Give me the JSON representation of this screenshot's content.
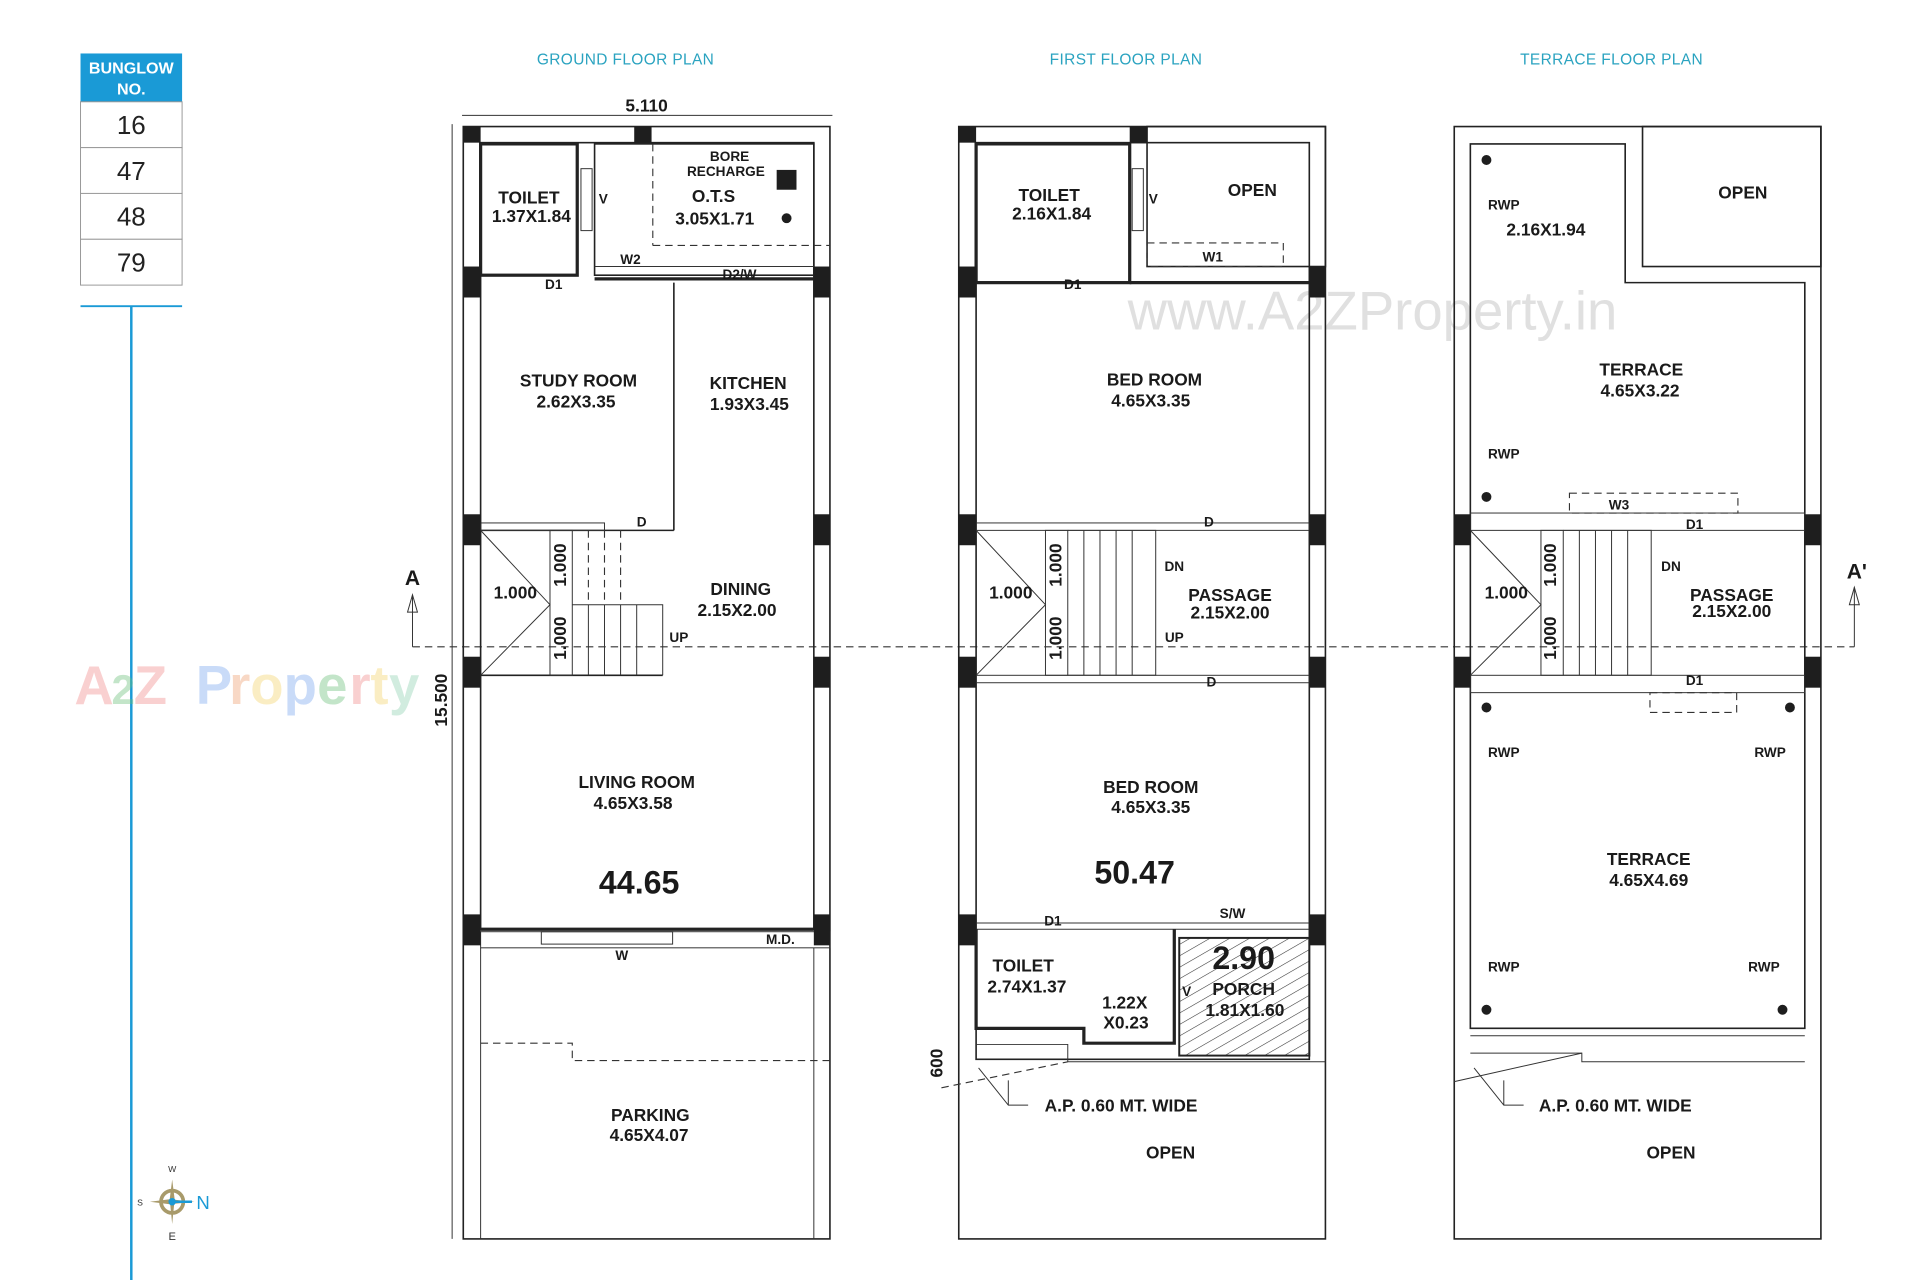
{
  "colors": {
    "accent": "#1a9ad6",
    "title": "#2aa3c0",
    "walls": "#1e1e1e"
  },
  "bunglow_table": {
    "header_line1": "BUNGLOW",
    "header_line2": "NO.",
    "numbers": [
      "16",
      "47",
      "48",
      "79"
    ]
  },
  "titles": {
    "ground": "GROUND FLOOR PLAN",
    "first": "FIRST FLOOR PLAN",
    "terrace": "TERRACE FLOOR PLAN"
  },
  "section_marks": {
    "left": "A",
    "right": "A'"
  },
  "watermarks": {
    "site": "www.A2ZProperty.in",
    "logo": "A2Z Property"
  },
  "compass": {
    "n": "N",
    "s": "S",
    "e": "E",
    "w": "W",
    "icon": "compass-rose-icon"
  },
  "ground": {
    "labels": [
      "5.110",
      "TOILET",
      "1.37X1.84",
      "V",
      "BORE",
      "RECHARGE",
      "O.T.S",
      "3.05X1.71",
      "W2",
      "D2/W",
      "D1",
      "STUDY ROOM",
      "2.62X3.35",
      "KITCHEN",
      "1.93X3.45",
      "D",
      "DINING",
      "2.15X2.00",
      "1.000",
      "1.000",
      "1.000",
      "UP",
      "LIVING ROOM",
      "4.65X3.58",
      "44.65",
      "W",
      "M.D.",
      "PARKING",
      "4.65X4.07",
      "15.500"
    ]
  },
  "first": {
    "labels": [
      "TOILET",
      "2.16X1.84",
      "V",
      "OPEN",
      "W1",
      "D1",
      "BED ROOM",
      "4.65X3.35",
      "D",
      "DN",
      "PASSAGE",
      "2.15X2.00",
      "1.000",
      "1.000",
      "1.000",
      "UP",
      "D",
      "BED ROOM",
      "4.65X3.35",
      "50.47",
      "D1",
      "S/W",
      "TOILET",
      "2.74X1.37",
      "1.22X",
      "X0.23",
      "V",
      "PORCH",
      "1.81X1.60",
      "2.90",
      "600",
      "A.P. 0.60 MT. WIDE",
      "OPEN"
    ]
  },
  "terrace": {
    "labels": [
      "RWP",
      "2.16X1.94",
      "OPEN",
      "TERRACE",
      "4.65X3.22",
      "RWP",
      "W3",
      "D1",
      "DN",
      "PASSAGE",
      "2.15X2.00",
      "1.000",
      "1.000",
      "1.000",
      "D1",
      "RWP",
      "RWP",
      "TERRACE",
      "4.65X4.69",
      "RWP",
      "RWP",
      "A.P. 0.60 MT. WIDE",
      "OPEN"
    ]
  }
}
